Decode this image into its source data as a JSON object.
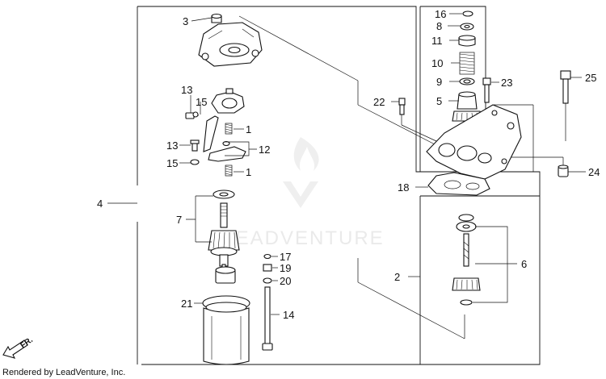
{
  "credit": "Rendered by LeadVenture, Inc.",
  "watermark": "LEADVENTURE",
  "direction_label": "FR.",
  "callouts": {
    "c1a": "1",
    "c1b": "1",
    "c2": "2",
    "c3": "3",
    "c4": "4",
    "c5": "5",
    "c6": "6",
    "c7": "7",
    "c8": "8",
    "c9": "9",
    "c10": "10",
    "c11": "11",
    "c12": "12",
    "c13a": "13",
    "c13b": "13",
    "c14": "14",
    "c15a": "15",
    "c15b": "15",
    "c16": "16",
    "c17": "17",
    "c18": "18",
    "c19": "19",
    "c20": "20",
    "c21": "21",
    "c22": "22",
    "c23": "23",
    "c24": "24",
    "c25": "25"
  }
}
